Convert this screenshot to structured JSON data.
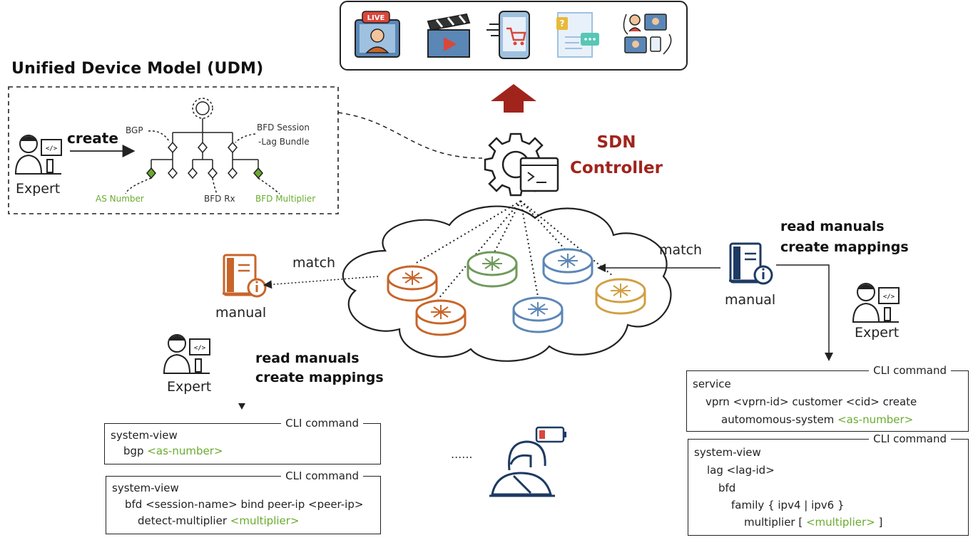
{
  "udm": {
    "title": "Unified Device Model (UDM)",
    "create_label": "create",
    "expert_label": "Expert",
    "tree_labels": {
      "bgp": "BGP",
      "bfd_session": "BFD Session",
      "lag_bundle": "-Lag Bundle",
      "as_number": "AS Number",
      "bfd_rx": "BFD Rx",
      "bfd_multiplier": "BFD Multiplier"
    }
  },
  "sdn": {
    "line1": "SDN",
    "line2": "Controller"
  },
  "left": {
    "match_label": "match",
    "manual_label": "manual",
    "expert_label": "Expert",
    "action_line1": "read manuals",
    "action_line2": "create mappings"
  },
  "right": {
    "match_label": "match",
    "manual_label": "manual",
    "expert_label": "Expert",
    "action_line1": "read manuals",
    "action_line2": "create mappings"
  },
  "ellipsis": "......",
  "cli": {
    "box1": {
      "title": "CLI command",
      "line1": "system-view",
      "line2_plain": "bgp ",
      "line2_var": "<as-number>"
    },
    "box2": {
      "title": "CLI command",
      "line1": "system-view",
      "line2": "bfd <session-name> bind peer-ip <peer-ip>",
      "line3_plain": "detect-multiplier ",
      "line3_var": "<multiplier>"
    },
    "box3": {
      "title": "CLI command",
      "line1": "service",
      "line2": "vprn <vprn-id> customer <cid> create",
      "line3_plain": "automomous-system ",
      "line3_var": "<as-number>"
    },
    "box4": {
      "title": "CLI command",
      "line1": "system-view",
      "line2": "lag <lag-id>",
      "line3": "bfd",
      "line4": "family { ipv4 | ipv6 }",
      "line5_plain": "multiplier [ ",
      "line5_var": "<multiplier>",
      "line5_end": " ]"
    }
  },
  "colors": {
    "sdn_red": "#a0241c",
    "orange": "#c8652a",
    "green_router": "#6f9a5a",
    "blue": "#5b87b6",
    "gold": "#d1a043",
    "navy": "#1d3a63",
    "var_green": "#6aab2e"
  },
  "icons": {
    "app_bar": [
      "live-stream-icon",
      "clapperboard-icon",
      "mobile-shop-icon",
      "chat-document-icon",
      "network-people-icon"
    ]
  }
}
